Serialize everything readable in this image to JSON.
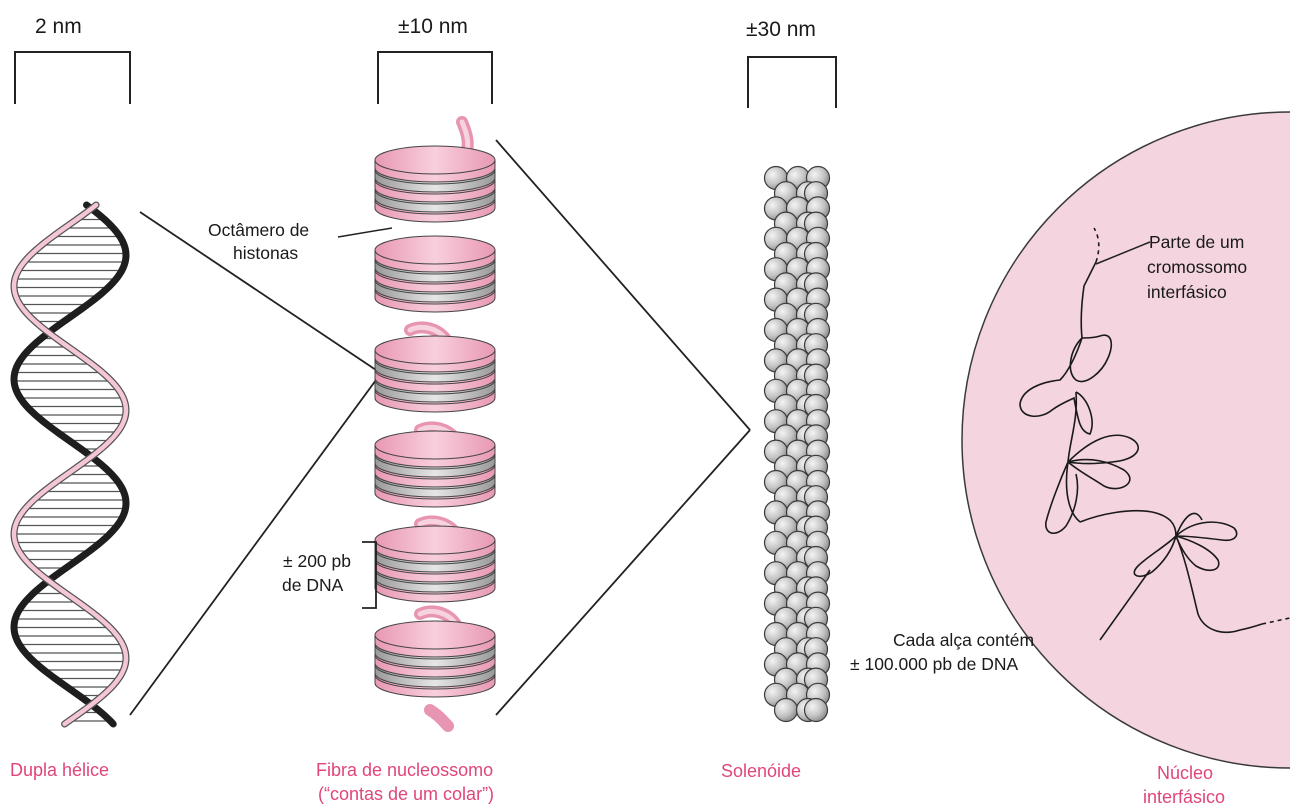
{
  "scales": {
    "helix": "2 nm",
    "nucleosome": "±10 nm",
    "solenoid": "±30 nm"
  },
  "labels": {
    "octamer_line1": "Octâmero de",
    "octamer_line2": "histonas",
    "pb200_line1": "± 200 pb",
    "pb200_line2": "de DNA",
    "chromosome_line1": "Parte de um",
    "chromosome_line2": "cromossomo",
    "chromosome_line3": "interfásico",
    "loop_line1": "Cada alça contém",
    "loop_line2": "± 100.000 pb de DNA"
  },
  "captions": {
    "helix": "Dupla hélice",
    "nucleosome_line1": "Fibra de nucleossomo",
    "nucleosome_line2": "(“contas de um colar”)",
    "solenoid": "Solenóide",
    "nucleus_line1": "Núcleo",
    "nucleus_line2": "interfásico"
  },
  "colors": {
    "caption": "#e0457b",
    "pink": "#f2b6cc",
    "pink_dark": "#e38aaa",
    "nucleus_fill": "#f3d4df",
    "bead": "#c9c9c9",
    "line": "#222222"
  }
}
